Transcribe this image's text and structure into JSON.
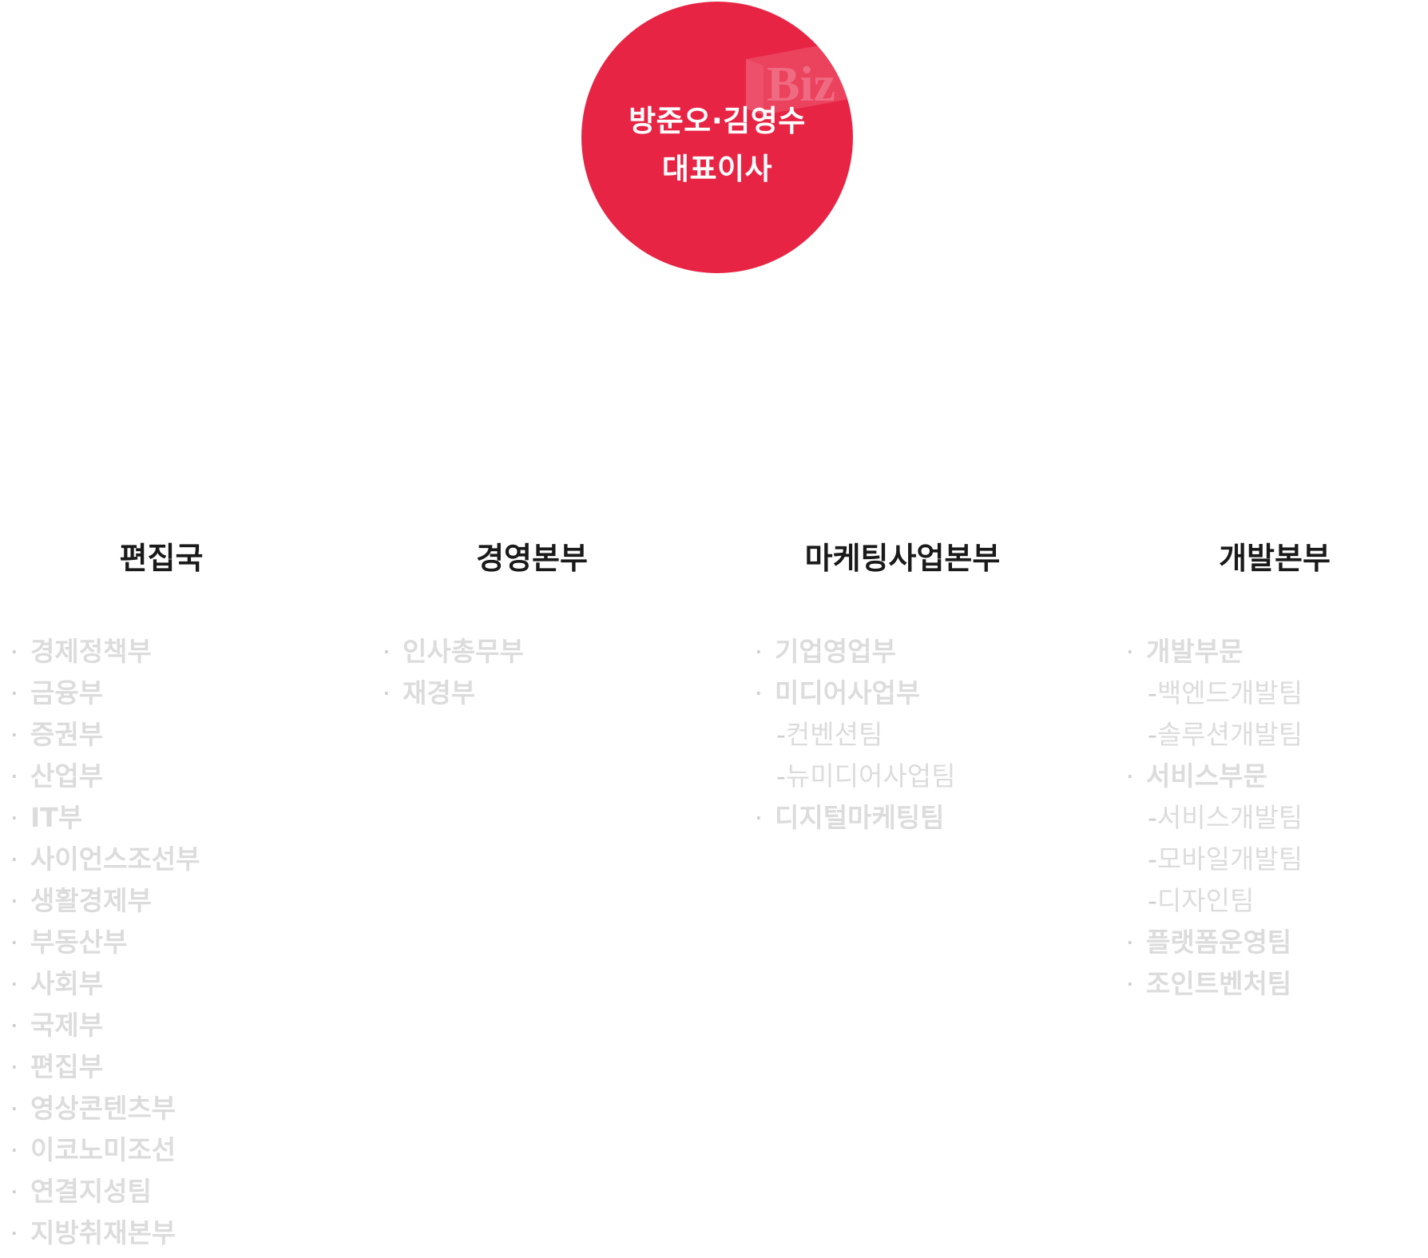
{
  "ceo": {
    "names": "방준오·김영수",
    "title": "대표이사",
    "logo_text": "Biz"
  },
  "colors": {
    "circle": "#e82444",
    "title_text": "#1a1a1a",
    "item_text": "#dcdcdc"
  },
  "departments": [
    {
      "title": "편집국",
      "items": [
        {
          "label": "경제정책부",
          "sub": false
        },
        {
          "label": "금융부",
          "sub": false
        },
        {
          "label": "증권부",
          "sub": false
        },
        {
          "label": "산업부",
          "sub": false
        },
        {
          "label": "IT부",
          "sub": false
        },
        {
          "label": "사이언스조선부",
          "sub": false
        },
        {
          "label": "생활경제부",
          "sub": false
        },
        {
          "label": "부동산부",
          "sub": false
        },
        {
          "label": "사회부",
          "sub": false
        },
        {
          "label": "국제부",
          "sub": false
        },
        {
          "label": "편집부",
          "sub": false
        },
        {
          "label": "영상콘텐츠부",
          "sub": false
        },
        {
          "label": "이코노미조선",
          "sub": false
        },
        {
          "label": "연결지성팀",
          "sub": false
        },
        {
          "label": "지방취재본부",
          "sub": false
        }
      ]
    },
    {
      "title": "경영본부",
      "items": [
        {
          "label": "인사총무부",
          "sub": false
        },
        {
          "label": "재경부",
          "sub": false
        }
      ]
    },
    {
      "title": "마케팅사업본부",
      "items": [
        {
          "label": "기업영업부",
          "sub": false
        },
        {
          "label": "미디어사업부",
          "sub": false
        },
        {
          "label": "컨벤션팀",
          "sub": true
        },
        {
          "label": "뉴미디어사업팀",
          "sub": true
        },
        {
          "label": "디지털마케팅팀",
          "sub": false
        }
      ]
    },
    {
      "title": "개발본부",
      "items": [
        {
          "label": "개발부문",
          "sub": false
        },
        {
          "label": "백엔드개발팀",
          "sub": true
        },
        {
          "label": "솔루션개발팀",
          "sub": true
        },
        {
          "label": "서비스부문",
          "sub": false
        },
        {
          "label": "서비스개발팀",
          "sub": true
        },
        {
          "label": "모바일개발팀",
          "sub": true
        },
        {
          "label": "디자인팀",
          "sub": true
        },
        {
          "label": "플랫폼운영팀",
          "sub": false
        },
        {
          "label": "조인트벤처팀",
          "sub": false
        }
      ]
    }
  ]
}
